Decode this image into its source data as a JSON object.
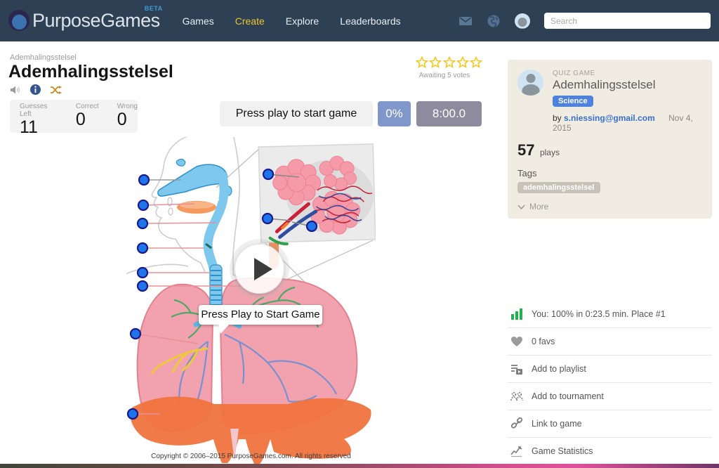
{
  "navbar": {
    "logo_text": "PurposeGames",
    "beta_label": "BETA",
    "items": [
      {
        "label": "Games",
        "active": false
      },
      {
        "label": "Create",
        "active": true
      },
      {
        "label": "Explore",
        "active": false
      },
      {
        "label": "Leaderboards",
        "active": false
      }
    ],
    "search_placeholder": "Search"
  },
  "page": {
    "breadcrumb": "Ademhalingsstelsel",
    "title": "Ademhalingsstelsel"
  },
  "rating": {
    "stars_total": 5,
    "awaiting_text": "Awaiting 5 votes"
  },
  "scoreboard": {
    "guesses_label": "Guesses Left",
    "guesses_value": "11",
    "correct_label": "Correct",
    "correct_value": "0",
    "wrong_label": "Wrong",
    "wrong_value": "0"
  },
  "controls": {
    "status_text": "Press play to start game",
    "percent": "0%",
    "timer": "8:00.0"
  },
  "stage": {
    "overlay_text": "Press Play to Start Game",
    "copyright": "Copyright © 2006–2015 PurposeGames.com. All rights reserved",
    "marker_count": 11
  },
  "game_card": {
    "type_label": "QUIZ GAME",
    "title": "Ademhalingsstelsel",
    "category": "Science",
    "by_label": "by",
    "author": "s.niessing@gmail.com",
    "date": "Nov 4, 2015",
    "plays_value": "57",
    "plays_label": "plays",
    "tags_label": "Tags",
    "tags": [
      "ademhalingsstelsel"
    ],
    "more_label": "More"
  },
  "actions": [
    {
      "icon": "bar-chart-icon",
      "label": "You: 100% in 0:23.5 min. Place #1"
    },
    {
      "icon": "heart-icon",
      "label": "0 favs"
    },
    {
      "icon": "playlist-icon",
      "label": "Add to playlist"
    },
    {
      "icon": "tournament-icon",
      "label": "Add to tournament"
    },
    {
      "icon": "link-icon",
      "label": "Link to game"
    },
    {
      "icon": "statistics-icon",
      "label": "Game Statistics"
    }
  ],
  "colors": {
    "navbar_bg": "#2e4053",
    "nav_active_yellow": "#f0c330",
    "beta_blue": "#3f9bd8",
    "science_badge_blue": "#4f82dd",
    "percent_badge_blue": "#8097cc",
    "timer_badge_gray": "#8e8b9e",
    "star_gold": "#f5c518",
    "marker_blue": "#1e74e8",
    "result_green": "#22b24c",
    "card_beige": "#f1ece2"
  }
}
